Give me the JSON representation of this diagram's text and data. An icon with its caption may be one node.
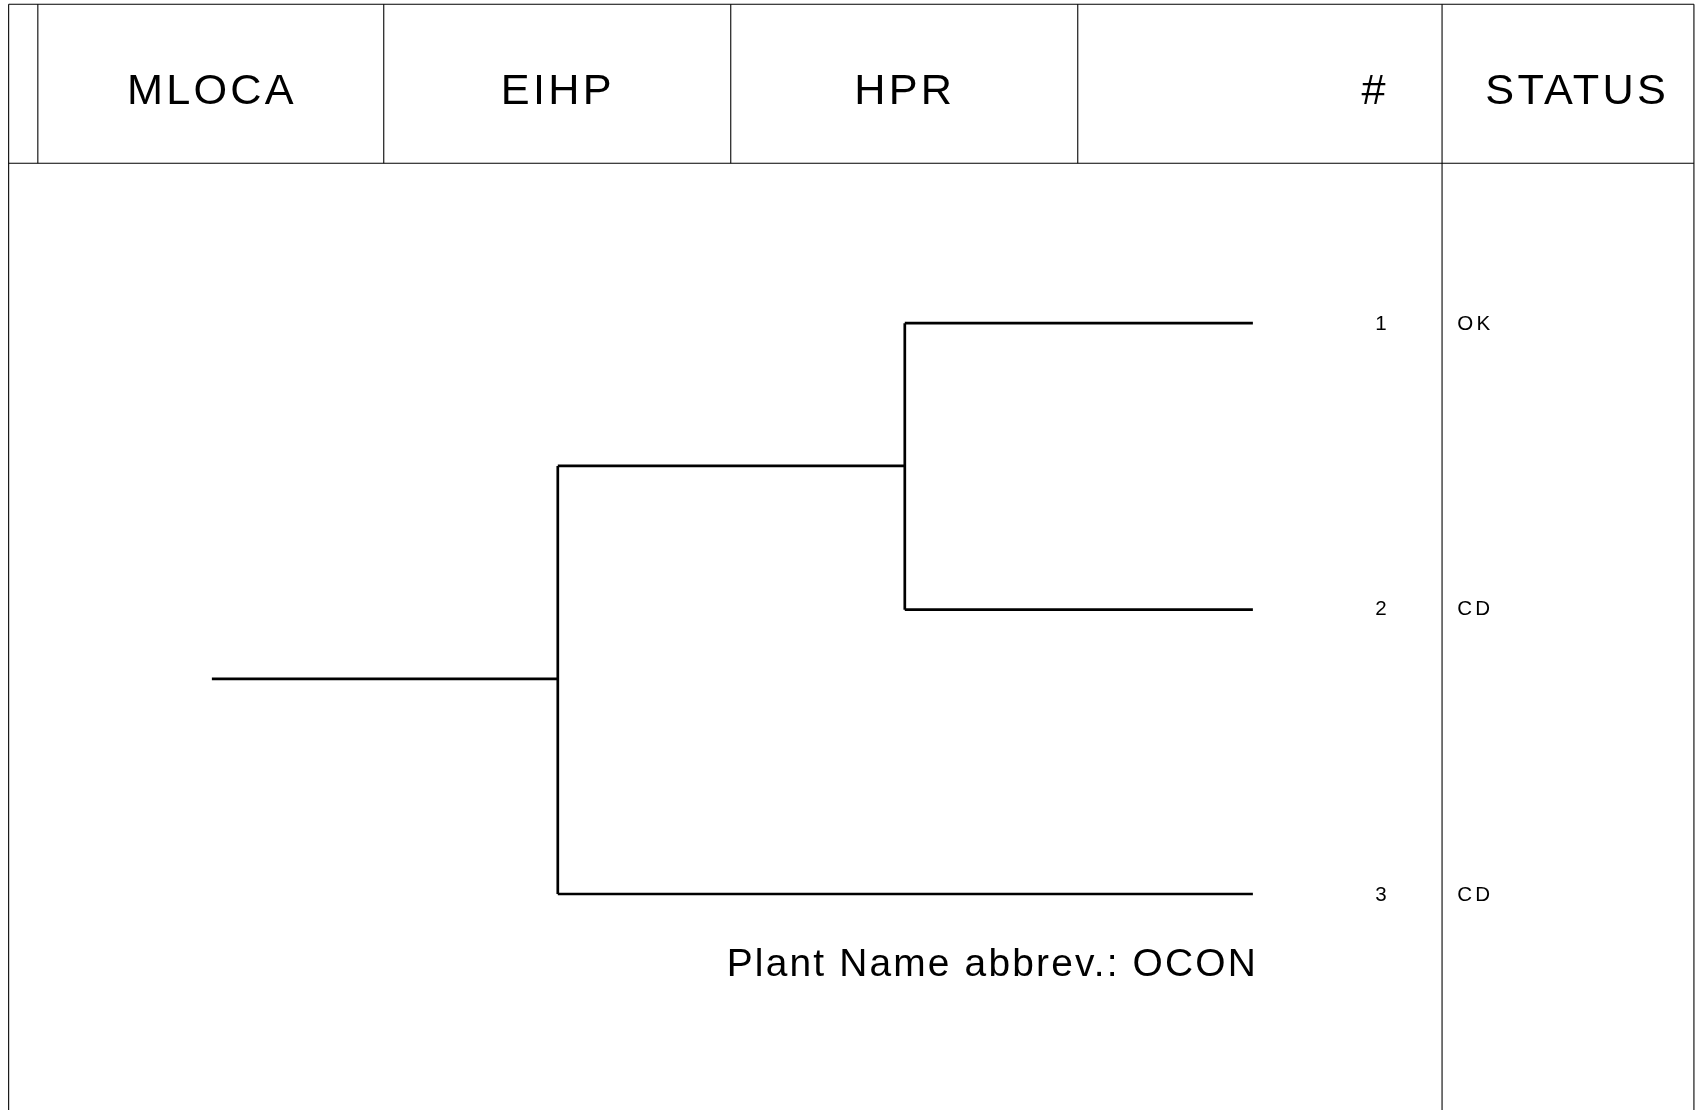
{
  "diagram": {
    "labels": [
      "MLOCA",
      "EIHP",
      "HPR",
      "#",
      "STATUS",
      "1",
      "OK",
      "2",
      "CD",
      "3",
      "CD",
      "Plant Name abbrev.: OCON"
    ]
  }
}
